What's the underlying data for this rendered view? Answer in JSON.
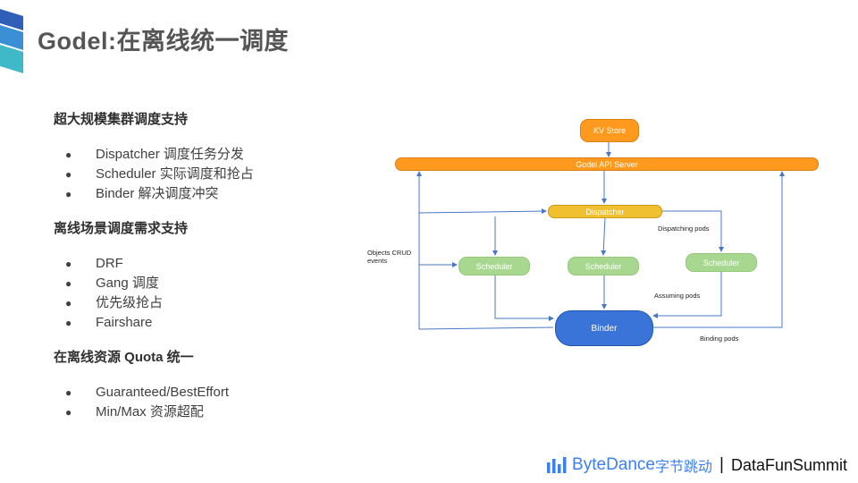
{
  "title": "Godel:在离线统一调度",
  "sections": [
    {
      "heading": "超大规模集群调度支持",
      "items": [
        "Dispatcher 调度任务分发",
        "Scheduler 实际调度和抢占",
        "Binder 解决调度冲突"
      ]
    },
    {
      "heading": "离线场景调度需求支持",
      "items": [
        "DRF",
        "Gang 调度",
        "优先级抢占",
        "Fairshare"
      ]
    },
    {
      "heading": "在离线资源 Quota 统一",
      "items": [
        "Guaranteed/BestEffort",
        "Min/Max 资源超配"
      ]
    }
  ],
  "bullet_glyph": "●",
  "diagram": {
    "nodes": {
      "kv_store": "KV Store",
      "api_server": "Godel API Server",
      "dispatcher": "Dispatcher",
      "scheduler": "Scheduler",
      "binder": "Binder"
    },
    "edge_labels": {
      "dispatching": "Dispatching pods",
      "crud_line1": "Objects CRUD",
      "crud_line2": "events",
      "assuming": "Assuming pods",
      "binding": "Binding pods"
    }
  },
  "footer": {
    "bytedance": "ByteDance",
    "bytedance_cn": "字节跳动",
    "separator": "|",
    "datafun": "DataFunSummit"
  },
  "colors": {
    "orange": "#ff9a1e",
    "yellow": "#f0c030",
    "green": "#a8d890",
    "blue": "#3a74d8",
    "arrow": "#4a78c8",
    "brand": "#3c7ff0"
  }
}
